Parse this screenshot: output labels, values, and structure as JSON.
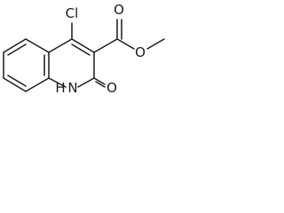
{
  "molecule": {
    "atoms": {
      "chlorine": "Cl",
      "ester_carbonyl_oxygen": "O",
      "ester_ether_oxygen": "O",
      "ring_nitrogen": "N",
      "nitrogen_hydrogen": "H",
      "lactam_oxygen": "O"
    }
  }
}
